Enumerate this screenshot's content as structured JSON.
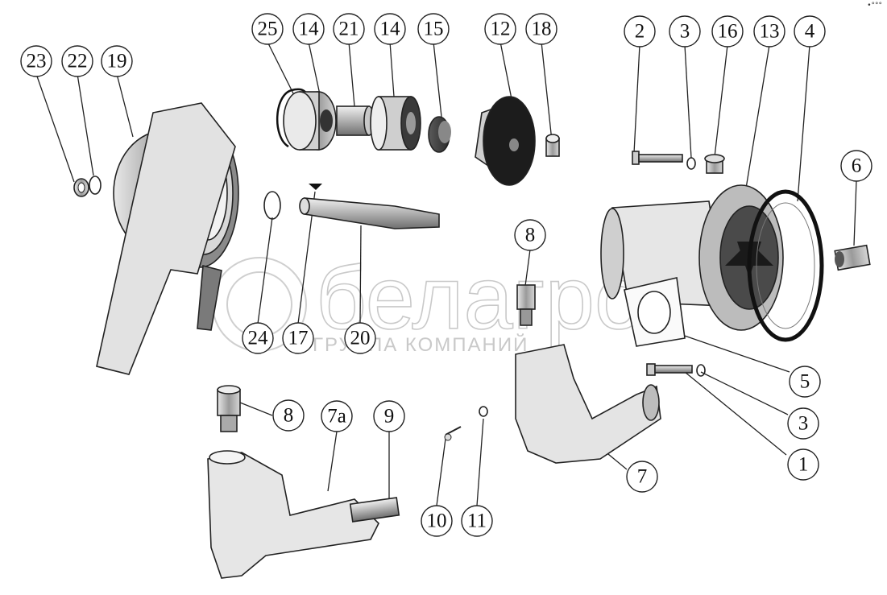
{
  "watermark": {
    "brand": "белагро",
    "subtitle": "ГРУППА КОМПАНИЙ"
  },
  "corner_mark": "•°°°",
  "callouts": [
    "23",
    "22",
    "19",
    "25",
    "14",
    "21",
    "14",
    "15",
    "12",
    "18",
    "2",
    "3",
    "16",
    "13",
    "4",
    "6",
    "8",
    "24",
    "17",
    "20",
    "5",
    "3",
    "1",
    "8",
    "7а",
    "9",
    "10",
    "11",
    "7"
  ]
}
